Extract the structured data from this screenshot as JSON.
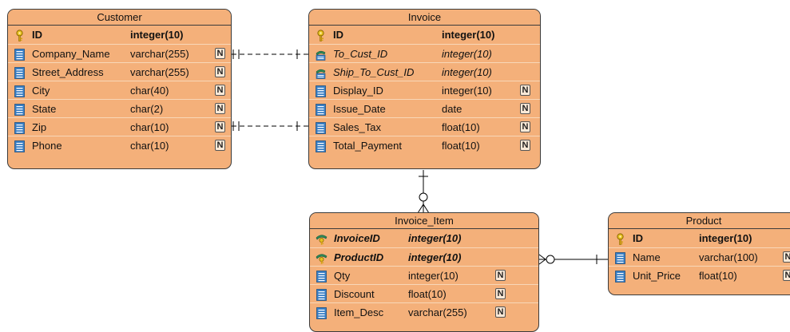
{
  "entities": {
    "customer": {
      "title": "Customer",
      "columns": [
        {
          "name": "ID",
          "type": "integer(10)",
          "icon": "primary-key-icon",
          "nullable": false,
          "bold": true,
          "italic": false
        },
        {
          "name": "Company_Name",
          "type": "varchar(255)",
          "icon": "column-icon",
          "nullable": true,
          "bold": false,
          "italic": false
        },
        {
          "name": "Street_Address",
          "type": "varchar(255)",
          "icon": "column-icon",
          "nullable": true,
          "bold": false,
          "italic": false
        },
        {
          "name": "City",
          "type": "char(40)",
          "icon": "column-icon",
          "nullable": true,
          "bold": false,
          "italic": false
        },
        {
          "name": "State",
          "type": "char(2)",
          "icon": "column-icon",
          "nullable": true,
          "bold": false,
          "italic": false
        },
        {
          "name": "Zip",
          "type": "char(10)",
          "icon": "column-icon",
          "nullable": true,
          "bold": false,
          "italic": false
        },
        {
          "name": "Phone",
          "type": "char(10)",
          "icon": "column-icon",
          "nullable": true,
          "bold": false,
          "italic": false
        }
      ]
    },
    "invoice": {
      "title": "Invoice",
      "columns": [
        {
          "name": "ID",
          "type": "integer(10)",
          "icon": "primary-key-icon",
          "nullable": false,
          "bold": true,
          "italic": false
        },
        {
          "name": "To_Cust_ID",
          "type": "integer(10)",
          "icon": "foreign-key-icon",
          "nullable": false,
          "bold": false,
          "italic": true
        },
        {
          "name": "Ship_To_Cust_ID",
          "type": "integer(10)",
          "icon": "foreign-key-icon",
          "nullable": false,
          "bold": false,
          "italic": true
        },
        {
          "name": "Display_ID",
          "type": "integer(10)",
          "icon": "column-icon",
          "nullable": true,
          "bold": false,
          "italic": false
        },
        {
          "name": "Issue_Date",
          "type": "date",
          "icon": "column-icon",
          "nullable": true,
          "bold": false,
          "italic": false
        },
        {
          "name": "Sales_Tax",
          "type": "float(10)",
          "icon": "column-icon",
          "nullable": true,
          "bold": false,
          "italic": false
        },
        {
          "name": "Total_Payment",
          "type": "float(10)",
          "icon": "column-icon",
          "nullable": true,
          "bold": false,
          "italic": false
        }
      ]
    },
    "invoice_item": {
      "title": "Invoice_Item",
      "columns": [
        {
          "name": "InvoiceID",
          "type": "integer(10)",
          "icon": "primary-foreign-key-icon",
          "nullable": false,
          "bold": true,
          "italic": true
        },
        {
          "name": "ProductID",
          "type": "integer(10)",
          "icon": "primary-foreign-key-icon",
          "nullable": false,
          "bold": true,
          "italic": true
        },
        {
          "name": "Qty",
          "type": "integer(10)",
          "icon": "column-icon",
          "nullable": true,
          "bold": false,
          "italic": false
        },
        {
          "name": "Discount",
          "type": "float(10)",
          "icon": "column-icon",
          "nullable": true,
          "bold": false,
          "italic": false
        },
        {
          "name": "Item_Desc",
          "type": "varchar(255)",
          "icon": "column-icon",
          "nullable": true,
          "bold": false,
          "italic": false
        }
      ]
    },
    "product": {
      "title": "Product",
      "columns": [
        {
          "name": "ID",
          "type": "integer(10)",
          "icon": "primary-key-icon",
          "nullable": false,
          "bold": true,
          "italic": false
        },
        {
          "name": "Name",
          "type": "varchar(100)",
          "icon": "column-icon",
          "nullable": true,
          "bold": false,
          "italic": false
        },
        {
          "name": "Unit_Price",
          "type": "float(10)",
          "icon": "column-icon",
          "nullable": true,
          "bold": false,
          "italic": false
        }
      ]
    }
  },
  "nullable_marker": "N",
  "relationships": [
    {
      "from": "customer",
      "to": "invoice",
      "style": "dashed",
      "cardinality": "one-to-one"
    },
    {
      "from": "customer",
      "to": "invoice",
      "style": "dashed",
      "cardinality": "one-to-one"
    },
    {
      "from": "invoice",
      "to": "invoice_item",
      "style": "solid",
      "cardinality": "one-to-zero-or-many"
    },
    {
      "from": "product",
      "to": "invoice_item",
      "style": "solid",
      "cardinality": "one-to-zero-or-many"
    }
  ],
  "colors": {
    "entity_fill": "#f4b07a",
    "border": "#3b3b3b",
    "row_divider": "#f8d7b8",
    "key_gold": "#d4a017",
    "key_green": "#2e8b57",
    "column_icon_blue": "#3a7fc4"
  }
}
